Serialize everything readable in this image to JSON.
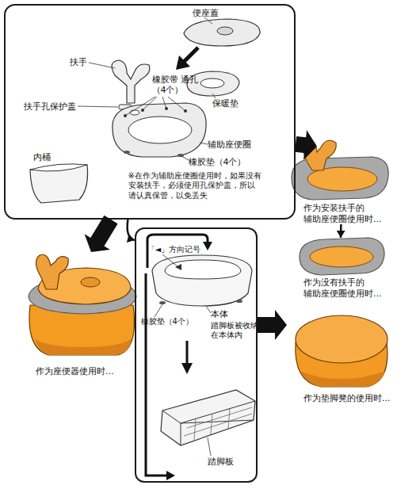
{
  "diagram": {
    "nodes": [
      {
        "text": [
          "便座蓋",
          "扶手",
          "橡胶带 通孔（4个）",
          "扶手孔保护盖",
          "保暖垫",
          "辅助座便圈",
          "橡胶垫（4个）",
          "※在作为辅助座便圈使用时，如果没有 安装扶手，必须使用孔保护盖，所以 请认真保管，以免丢失",
          "内桶"
        ]
      },
      {
        "text": [
          "作为安装扶手的 辅助座便圈使用时..."
        ]
      },
      {
        "text": [
          "作为没有扶手的 辅助座便圈使用时..."
        ]
      },
      {
        "text": [
          "作为座便器使用时..."
        ]
      },
      {
        "text": [
          "「◄」方向记号",
          "本体",
          "踏脚板被收纳 在本体内",
          "橡胶垫（4个）",
          "踏脚板"
        ]
      },
      {
        "text": [
          "作为垫脚凳的使用时..."
        ]
      }
    ],
    "edges": [
      {
        "from": 0,
        "to": 1,
        "arrow": "to"
      },
      {
        "from": 1,
        "to": 2,
        "arrow": "to"
      },
      {
        "from": 0,
        "to": 3,
        "arrow": "to"
      },
      {
        "from": 0,
        "to": 4,
        "arrow": "to"
      },
      {
        "from": 4,
        "to": 5,
        "arrow": "to"
      }
    ]
  }
}
